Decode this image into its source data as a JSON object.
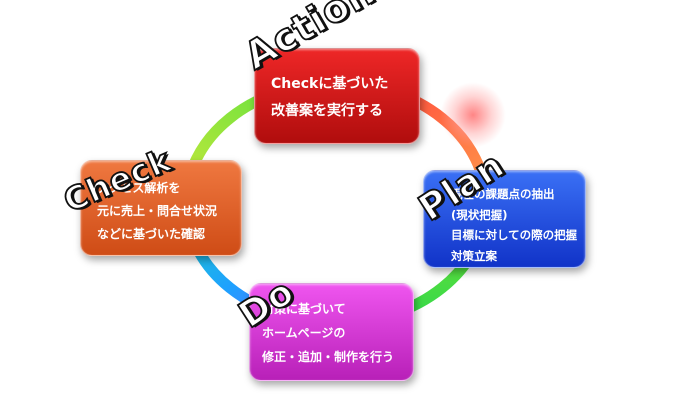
{
  "diagram": {
    "phases": {
      "action": {
        "label": "Action",
        "lines": [
          "Checkに基づいた",
          "改善案を実行する"
        ],
        "color": "#d71a1a"
      },
      "plan": {
        "label": "Plan",
        "lines": [
          "現在の課題点の抽出",
          "(現状把握)",
          "目標に対しての際の把握",
          "対策立案"
        ],
        "color": "#2451e8"
      },
      "do": {
        "label": "Do",
        "lines": [
          "対策に基づいて",
          "ホームページの",
          "修正・追加・制作を行う"
        ],
        "color": "#d93ad9"
      },
      "check": {
        "label": "Check",
        "lines": [
          "アクセス解析を",
          "元に売上・問合せ状況",
          "などに基づいた確認"
        ],
        "color": "#e55f25"
      }
    },
    "ring_colors": {
      "top_right": "#ff4040",
      "bottom_right": "#44e030",
      "bottom_left": "#2a90ff",
      "left": "#b0e83a"
    }
  }
}
